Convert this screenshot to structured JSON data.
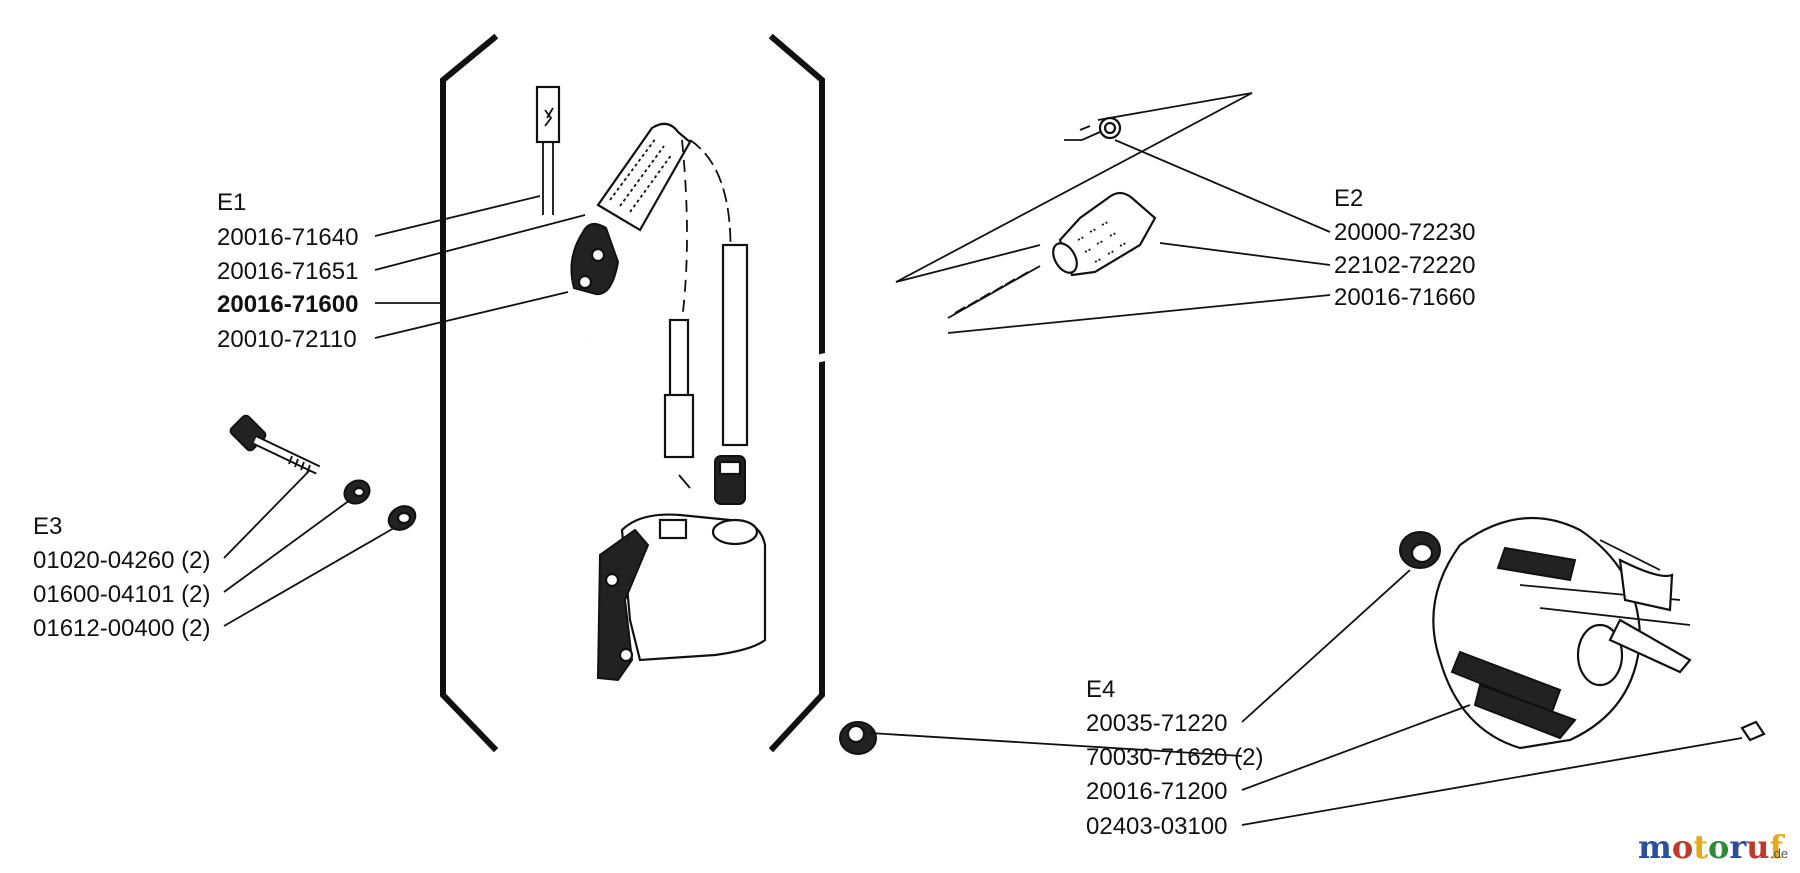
{
  "groups": {
    "e1": {
      "title": "E1",
      "parts": [
        "20016-71640",
        "20016-71651",
        "20016-71600",
        "20010-72110"
      ]
    },
    "e2": {
      "title": "E2",
      "parts": [
        "20000-72230",
        "22102-72220",
        "20016-71660"
      ]
    },
    "e3": {
      "title": "E3",
      "parts": [
        "01020-04260 (2)",
        "01600-04101 (2)",
        "01612-00400 (2)"
      ]
    },
    "e4": {
      "title": "E4",
      "parts": [
        "20035-71220",
        "70030-71620 (2)",
        "20016-71200",
        "02403-03100"
      ]
    }
  },
  "watermark": {
    "brand_parts": [
      "m",
      "o",
      "t",
      "o",
      "r",
      "u",
      "f"
    ],
    "suffix": ".de",
    "colors": [
      "#2a4f9e",
      "#c0392b",
      "#e6a817",
      "#2e8b3a",
      "#2a4f9e",
      "#c0392b",
      "#e6a817"
    ]
  }
}
